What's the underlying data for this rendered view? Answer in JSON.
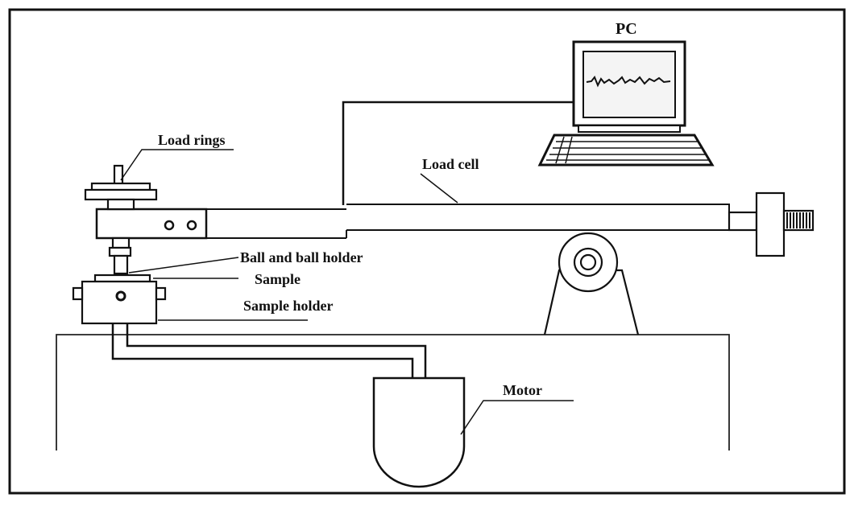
{
  "labels": {
    "pc": "PC",
    "load_rings": "Load rings",
    "load_cell": "Load cell",
    "ball_holder": "Ball and ball holder",
    "sample": "Sample",
    "sample_holder": "Sample holder",
    "motor": "Motor"
  },
  "colors": {
    "line": "#111111",
    "background": "#ffffff",
    "screen": "#f4f4f4"
  }
}
